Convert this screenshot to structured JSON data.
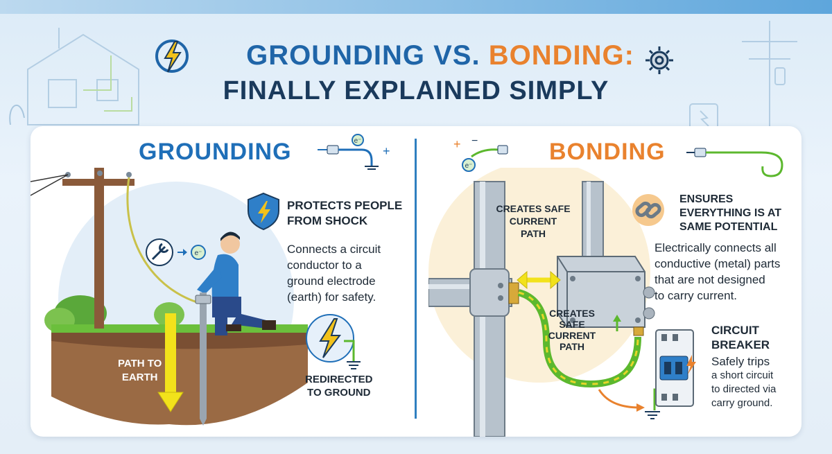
{
  "title": {
    "part1": "GROUNDING VS.",
    "part2": "BONDING:",
    "line2": "FINALLY EXPLAINED SIMPLY"
  },
  "grounding": {
    "heading": "GROUNDING",
    "feature_title_1": "PROTECTS PEOPLE",
    "feature_title_2": "FROM SHOCK",
    "desc": [
      "Connects a circuit",
      "conductor to a",
      "ground electrode",
      "(earth) for safety."
    ],
    "path_label_1": "PATH TO",
    "path_label_2": "EARTH",
    "redirect_1": "REDIRECTED",
    "redirect_2": "TO GROUND",
    "electron": "e⁻"
  },
  "bonding": {
    "heading": "BONDING",
    "feature_title": [
      "ENSURES",
      "EVERYTHING IS AT",
      "SAME POTENTIAL"
    ],
    "desc": [
      "Electrically connects all",
      "conductive (metal) parts",
      "that are not designed",
      "to carry current."
    ],
    "safe_path_top": [
      "CREATES SAFE",
      "CURRENT",
      "PATH"
    ],
    "safe_path_mid": [
      "CREATES",
      "SAFE",
      "CURRENT",
      "PATH"
    ],
    "breaker_title_1": "CIRCUIT",
    "breaker_title_2": "BREAKER",
    "breaker_desc": [
      "Safely trips",
      "a short circuit",
      "to directed via",
      "carry ground."
    ],
    "electron": "e⁻",
    "plus": "+",
    "minus": "−"
  },
  "colors": {
    "blue": "#1f6fb8",
    "orange": "#e9822e",
    "navy": "#1a3a5c",
    "green": "#5cb82e",
    "yellow": "#f2d21b"
  },
  "icons": [
    "lightning-icon",
    "gear-icon",
    "shield-icon",
    "chain-link-icon",
    "wrench-icon",
    "ground-symbol-icon"
  ]
}
